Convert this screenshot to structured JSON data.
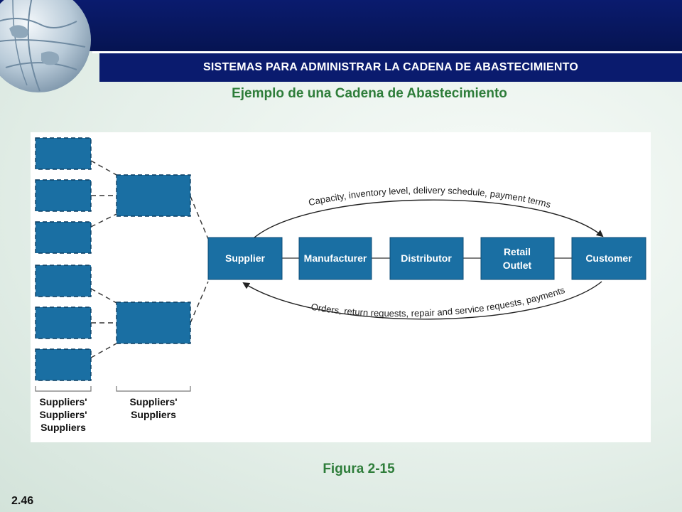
{
  "header": {
    "section_title": "SISTEMAS PARA ADMINISTRAR LA CADENA DE ABASTECIMIENTO",
    "subtitle": "Ejemplo de una Cadena de Abastecimiento"
  },
  "diagram": {
    "nodes": {
      "supplier": "Supplier",
      "manufacturer": "Manufacturer",
      "distributor": "Distributor",
      "retail_line1": "Retail",
      "retail_line2": "Outlet",
      "customer": "Customer"
    },
    "top_flow": "Capacity, inventory level, delivery schedule, payment terms",
    "bottom_flow": "Orders, return requests, repair and service requests, payments",
    "group_left": [
      "Suppliers'",
      "Suppliers'",
      "Suppliers"
    ],
    "group_mid": [
      "Suppliers'",
      "Suppliers"
    ]
  },
  "footer": {
    "figure_caption": "Figura 2-15",
    "slide_number": "2.46"
  },
  "colors": {
    "header_navy": "#0a1b6e",
    "box_blue": "#1a6fa3",
    "title_green": "#2e7d3a"
  }
}
